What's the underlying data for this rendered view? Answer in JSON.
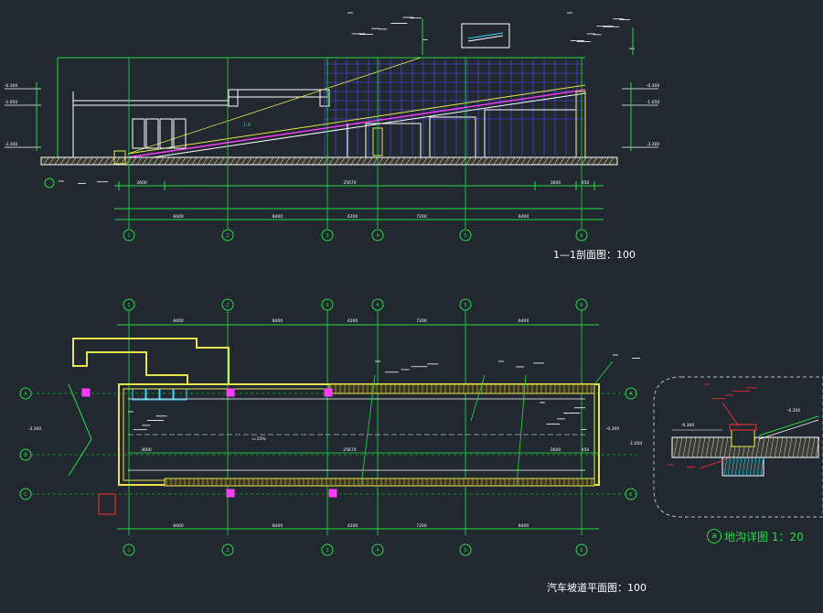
{
  "drawing": {
    "section_title": "1—1剖面图：100",
    "plan_title": "汽车坡道平面图：100",
    "detail_title": "地沟详图 1：20",
    "detail_marker": "a",
    "colors": {
      "background": "#212830",
      "green": "#22dd44",
      "white": "#ffffff",
      "yellow": "#e6e64c",
      "magenta": "#ff3cff",
      "cyan": "#33d9ff",
      "red": "#ff3030",
      "blue": "#5050ff"
    },
    "section": {
      "dims_top": [
        "3600",
        "25670",
        "3600",
        "450"
      ],
      "dims_bottom": [
        "8400",
        "8400",
        "4200",
        "7200",
        "6400"
      ],
      "axes": [
        "1",
        "2",
        "3",
        "4",
        "5",
        "6"
      ],
      "levels_left": [
        "-0.300",
        "-1.050",
        "-3.300"
      ],
      "levels_right": [
        "-0.300",
        "-1.050",
        "-3.300"
      ],
      "slope_label": "1:8"
    },
    "plan": {
      "dims_top": [
        "8400",
        "8400",
        "4200",
        "7200",
        "6400"
      ],
      "dims_bottom": [
        "8400",
        "8400",
        "4200",
        "7200",
        "6400"
      ],
      "dims_inner": [
        "3600",
        "25670",
        "3600",
        "450"
      ],
      "axes_top": [
        "1",
        "2",
        "3",
        "4",
        "5",
        "6"
      ],
      "axes_bottom": [
        "1",
        "2",
        "3",
        "4",
        "5",
        "6"
      ],
      "axes_left": [
        "A",
        "B",
        "C"
      ],
      "levels": [
        "-3.300",
        "-0.300",
        "-1.050"
      ],
      "ramp_label": "i=15%"
    },
    "detail": {
      "level_left": "-0.300",
      "level_right": "-0.300"
    }
  }
}
